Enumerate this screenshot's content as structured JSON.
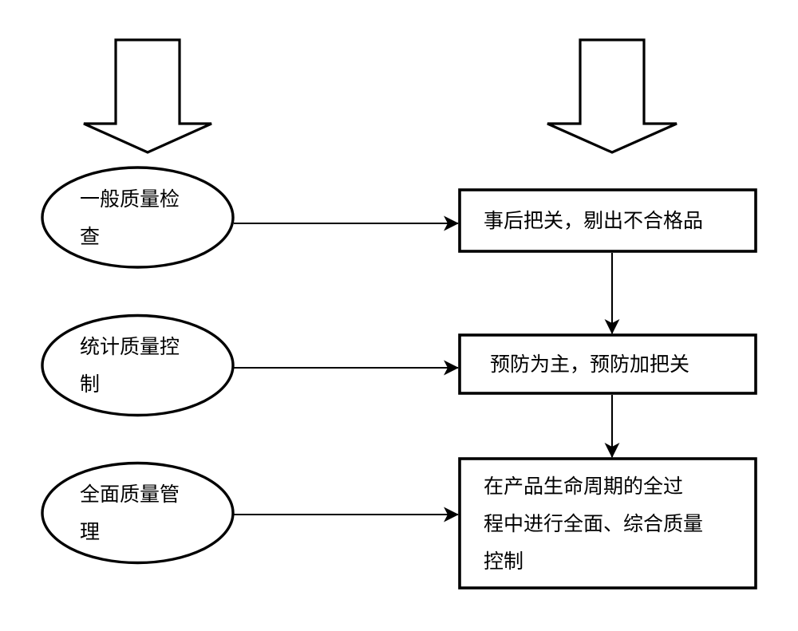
{
  "diagram": {
    "type": "flowchart",
    "title_visible": false,
    "background_color": "#ffffff",
    "stroke_color": "#000000",
    "stages": [
      {
        "id": "stage-1",
        "label": "一般质量检查",
        "lines": [
          "一般质量检",
          "查"
        ],
        "outcome": "事后把关，剔出不合格品",
        "outcome_lines": [
          "事后把关，剔出不合格品"
        ]
      },
      {
        "id": "stage-2",
        "label": "统计质量控制",
        "lines": [
          "统计质量控",
          "制"
        ],
        "outcome": "预防为主，预防加把关",
        "outcome_lines": [
          "预防为主，预防加把关"
        ]
      },
      {
        "id": "stage-3",
        "label": "全面质量管理",
        "lines": [
          "全面质量管",
          "理"
        ],
        "outcome": "在产品生命周期的全过程中进行全面、综合质量控制",
        "outcome_lines": [
          "在产品生命周期的全过",
          "程中进行全面、综合质量",
          "控制"
        ]
      }
    ],
    "block_arrows": [
      {
        "id": "block-arrow-left",
        "direction": "down"
      },
      {
        "id": "block-arrow-right",
        "direction": "down"
      }
    ],
    "connectors": [
      {
        "id": "connector-stage1",
        "from": "stage-1-ellipse",
        "to": "stage-1-box",
        "direction": "right"
      },
      {
        "id": "connector-stage2",
        "from": "stage-2-ellipse",
        "to": "stage-2-box",
        "direction": "right"
      },
      {
        "id": "connector-stage3",
        "from": "stage-3-ellipse",
        "to": "stage-3-box",
        "direction": "right"
      },
      {
        "id": "connector-box1-box2",
        "from": "stage-1-box",
        "to": "stage-2-box",
        "direction": "down"
      },
      {
        "id": "connector-box2-box3",
        "from": "stage-2-box",
        "to": "stage-3-box",
        "direction": "down"
      }
    ]
  }
}
